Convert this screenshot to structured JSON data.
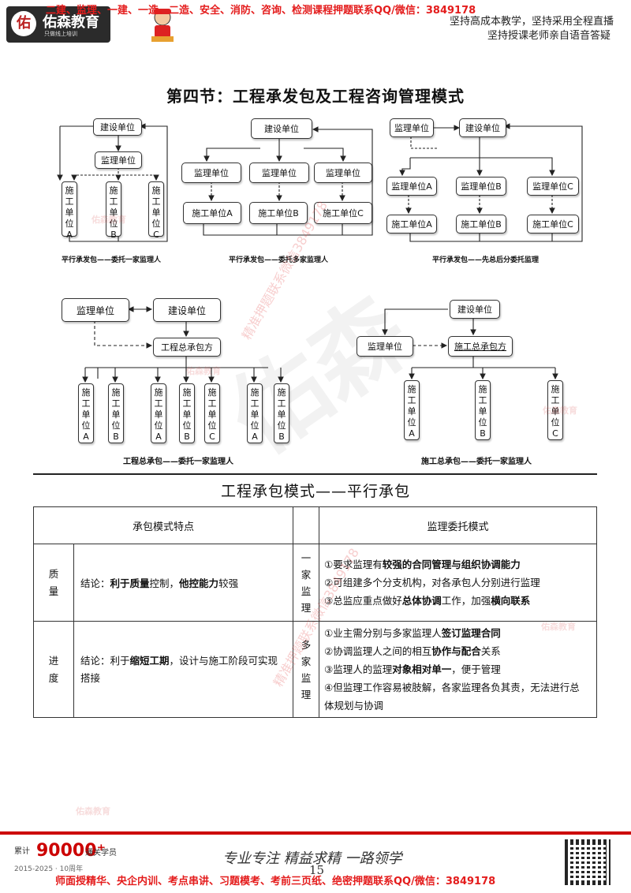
{
  "header": {
    "logo_seal": "佑",
    "logo_name": "佑森教育",
    "logo_tagline": "只做线上培训",
    "ad_line": "二建、监理、一建、一造、二造、安全、消防、咨询、检测课程押题联系QQ/微信：3849178",
    "right_line1": "坚持高成本教学，坚持采用全程直播",
    "right_line2": "坚持授课老师亲自语音答疑"
  },
  "section_title": "第四节：工程承发包及工程咨询管理模式",
  "diagrams": {
    "d1": {
      "owner": "建设单位",
      "supervisor": "监理单位",
      "contractors": [
        "施工单位A",
        "施工单位B",
        "施工单位C"
      ],
      "caption": "平行承发包——委托一家监理人"
    },
    "d2": {
      "owner": "建设单位",
      "supervisors": [
        "监理单位",
        "监理单位",
        "监理单位"
      ],
      "contractors": [
        "施工单位A",
        "施工单位B",
        "施工单位C"
      ],
      "caption": "平行承发包——委托多家监理人"
    },
    "d3": {
      "owner": "建设单位",
      "general_supervisor": "监理单位",
      "supervisors": [
        "监理单位A",
        "监理单位B",
        "监理单位C"
      ],
      "contractors": [
        "施工单位A",
        "施工单位B",
        "施工单位C"
      ],
      "caption": "平行承发包——先总后分委托监理"
    },
    "d4": {
      "supervisor": "监理单位",
      "owner": "建设单位",
      "general_contractor": "工程总承包方",
      "contractors": [
        "施工单位A",
        "施工单位B",
        "施工单位A",
        "施工单位B",
        "施工单位C",
        "施工单位A",
        "施工单位B"
      ],
      "caption": "工程总承包——委托一家监理人"
    },
    "d5": {
      "owner": "建设单位",
      "supervisor": "监理单位",
      "general_contractor": "施工总承包方",
      "contractors": [
        "施工单位A",
        "施工单位B",
        "施工单位C"
      ],
      "caption": "施工总承包——委托一家监理人"
    }
  },
  "table": {
    "title": "工程承包模式——平行承包",
    "header_left": "承包模式特点",
    "header_right": "监理委托模式",
    "rows": [
      {
        "label": "质量",
        "conclusion_prefix": "结论：",
        "conclusion_b1": "利于质量",
        "conclusion_m1": "控制，",
        "conclusion_b2": "他控能力",
        "conclusion_m2": "较强",
        "mode": "一家监理",
        "items": [
          {
            "t1": "①要求监理有",
            "b": "较强的合同管理与组织协调能力",
            "t2": ""
          },
          {
            "t1": "②可组建多个分支机构，对各承包人分别进行监理",
            "b": "",
            "t2": ""
          },
          {
            "t1": "③总监应重点做好",
            "b": "总体协调",
            "t2": "工作，加强",
            "b2": "横向联系"
          }
        ]
      },
      {
        "label": "进度",
        "conclusion_prefix": "结论：利于",
        "conclusion_b1": "缩短工期",
        "conclusion_m1": "，设计与施工阶段可实现搭接",
        "conclusion_b2": "",
        "conclusion_m2": "",
        "mode": "多家监理",
        "items": [
          {
            "t1": "①业主需分别与多家监理人",
            "b": "签订监理合同",
            "t2": ""
          },
          {
            "t1": "②协调监理人之间的相互",
            "b": "协作与配合",
            "t2": "关系"
          },
          {
            "t1": "③监理人的监理",
            "b": "对象相对单一",
            "t2": "，便于管理"
          },
          {
            "t1": "④但监理工作容易被肢解，各家监理各负其责，无法进行总体规划与协调",
            "b": "",
            "t2": ""
          }
        ]
      }
    ]
  },
  "footer": {
    "count_prefix": "累计",
    "count": "90000⁺",
    "count_suffix": "通关学员",
    "years": "2015-2025 · 10周年",
    "signature": "专业专注 精益求精 一路领学",
    "page_number": "15",
    "ad_line": "师面授精华、央企内训、考点串讲、习题模考、考前三页纸、绝密押题联系QQ/微信：3849178"
  },
  "watermark": "精准押题联系微信3849178",
  "colors": {
    "ad_red": "#e41c1c",
    "brand_dark": "#2b2b2b"
  }
}
